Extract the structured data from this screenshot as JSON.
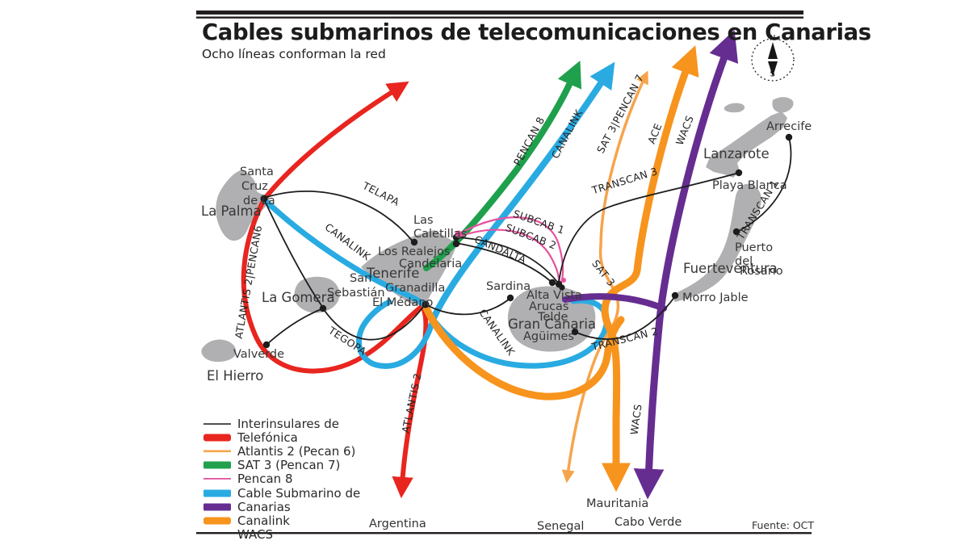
{
  "header": {
    "title": "Cables submarinos de telecomunicaciones en Canarias",
    "subtitle": "Ocho líneas conforman la red"
  },
  "footer": {
    "source": "Fuente: OCT"
  },
  "compass": {
    "n": "N",
    "s": "S"
  },
  "colors": {
    "red": "#e8251f",
    "orange": "#f7941d",
    "orange_light": "#f6a44c",
    "green": "#1fa04c",
    "cyan": "#29abe2",
    "purple": "#662d91",
    "pink": "#e8519f",
    "line": "#1d1d1d",
    "island": "#b0b0b2",
    "rule": "#231f20",
    "legend_black": "#3d3d3d"
  },
  "legend": {
    "items": [
      {
        "label": "Interinsulares de",
        "style": "thin",
        "color": "#3d3d3d"
      },
      {
        "label": "Telefónica",
        "style": "bar",
        "color": "#e8251f"
      },
      {
        "label": "Atlantis 2 (Pecan 6)",
        "style": "thin",
        "color": "#f5a54a"
      },
      {
        "label": "SAT 3 (Pencan 7)",
        "style": "bar",
        "color": "#22a14d"
      },
      {
        "label": "Pencan 8",
        "style": "thin",
        "color": "#e0519e"
      },
      {
        "label": "Cable Submarino de",
        "style": "bar",
        "color": "#29abe2"
      },
      {
        "label": "Canarias",
        "style": "bar",
        "color": "#662d91"
      },
      {
        "label": "Canalink",
        "style": "bar",
        "color": "#f7941d"
      },
      {
        "label": "WACS",
        "style": "none",
        "color": ""
      }
    ]
  },
  "islands": {
    "la_palma": "La Palma",
    "la_gomera": "La Gomera",
    "el_hierro": "El Hierro",
    "tenerife": "Tenerife",
    "gran_canaria": "Gran Canaria",
    "fuerteventura": "Fuerteventura",
    "lanzarote": "Lanzarote"
  },
  "cities": {
    "santa_cruz": [
      "Santa",
      "Cruz",
      "de La"
    ],
    "las_caletillas": [
      "Las",
      "Caletillas"
    ],
    "los_realejos": "Los Realejos",
    "candelaria": "Candelaria",
    "san_sebastian": [
      "San",
      "Sebastián"
    ],
    "granadilla": "Granadilla",
    "el_medano": "El Médano",
    "valverde": "Valverde",
    "sardina": "Sardina",
    "alta_vista": "Alta Vista",
    "arucas": "Arucas",
    "telde": "Telde",
    "aguimes": "Agüimes",
    "morro_jable": "Morro Jable",
    "playa_blanca": "Playa Blanca",
    "arrecife": "Arrecife",
    "puerto_del_rosario": [
      "Puerto",
      "del",
      "Rosario"
    ]
  },
  "cable_labels": {
    "pencan8": "PENCAN 8",
    "canalink_top": "CANALINK",
    "sat3_pencan7": "SAT 3|PENCAN 7",
    "ace": "ACE",
    "wacs_top": "WACS",
    "transcan3": "TRANSCAN 3",
    "transcan1": "TRANSCAN 1",
    "transcan2": "TRANSCAN 2",
    "telapa": "TELAPA",
    "atlantis2_pencan6": "ATLANTIS 2|PENCAN6",
    "canalink_west": "CANALINK",
    "tegopa": "TEGOPA",
    "subcab1": "SUBCAB 1",
    "subcab2": "SUBCAB 2",
    "candalta": "CANDALTA",
    "canalink_gc": "CANALINK",
    "sat3": "SAT 3",
    "wacs_south": "WACS",
    "atlantis2_south": "ATLANTIS 2"
  },
  "destinations": {
    "argentina": "Argentina",
    "senegal": "Senegal",
    "mauritania": "Mauritania",
    "cabo_verde": "Cabo Verde"
  }
}
